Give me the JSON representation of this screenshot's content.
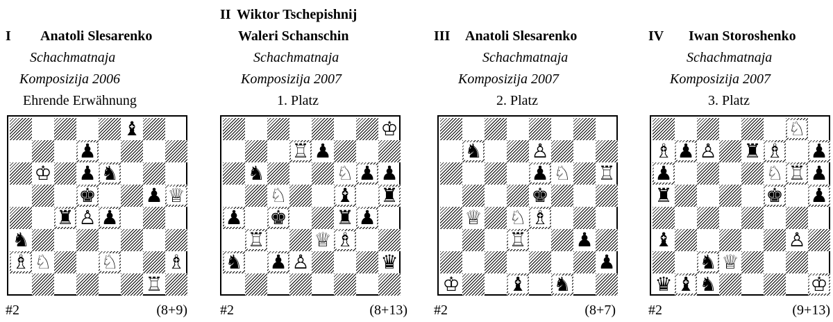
{
  "problems": [
    {
      "numeral": "I",
      "authors": [
        "Anatoli Slesarenko"
      ],
      "source": [
        "Schachmatnaja",
        "Komposizija  2006"
      ],
      "award": "Ehrende Erwähnung",
      "stipulation": "#2",
      "count": "(8+9)",
      "pieces": [
        {
          "sq": "f8",
          "p": "♝",
          "c": "b",
          "icon": "black-bishop-icon"
        },
        {
          "sq": "d7",
          "p": "♟",
          "c": "b",
          "icon": "black-pawn-icon"
        },
        {
          "sq": "b6",
          "p": "♔",
          "c": "w",
          "icon": "white-king-icon"
        },
        {
          "sq": "d6",
          "p": "♟",
          "c": "b",
          "icon": "black-pawn-icon"
        },
        {
          "sq": "e6",
          "p": "♞",
          "c": "b",
          "icon": "black-knight-icon"
        },
        {
          "sq": "d5",
          "p": "♚",
          "c": "b",
          "icon": "black-king-icon"
        },
        {
          "sq": "g5",
          "p": "♟",
          "c": "b",
          "icon": "black-pawn-icon"
        },
        {
          "sq": "h5",
          "p": "♕",
          "c": "w",
          "icon": "white-queen-icon"
        },
        {
          "sq": "c4",
          "p": "♜",
          "c": "b",
          "icon": "black-rook-icon"
        },
        {
          "sq": "d4",
          "p": "♙",
          "c": "w",
          "icon": "white-pawn-icon"
        },
        {
          "sq": "e4",
          "p": "♟",
          "c": "b",
          "icon": "black-pawn-icon"
        },
        {
          "sq": "a3",
          "p": "♞",
          "c": "b",
          "icon": "black-knight-icon"
        },
        {
          "sq": "a2",
          "p": "♗",
          "c": "w",
          "icon": "white-bishop-icon"
        },
        {
          "sq": "b2",
          "p": "♘",
          "c": "w",
          "icon": "white-knight-icon"
        },
        {
          "sq": "e2",
          "p": "♘",
          "c": "w",
          "icon": "white-knight-icon"
        },
        {
          "sq": "h2",
          "p": "♗",
          "c": "w",
          "icon": "white-bishop-icon"
        },
        {
          "sq": "g1",
          "p": "♖",
          "c": "w",
          "icon": "white-rook-icon"
        }
      ]
    },
    {
      "numeral": "II",
      "authors": [
        "Wiktor Tschepishnij",
        "Waleri Schanschin"
      ],
      "source": [
        "Schachmatnaja",
        "Komposizija  2007"
      ],
      "award": "1. Platz",
      "stipulation": "#2",
      "count": "(8+13)",
      "pieces": [
        {
          "sq": "h8",
          "p": "♔",
          "c": "w",
          "icon": "white-king-icon"
        },
        {
          "sq": "d7",
          "p": "♖",
          "c": "w",
          "icon": "white-rook-icon"
        },
        {
          "sq": "e7",
          "p": "♟",
          "c": "b",
          "icon": "black-pawn-icon"
        },
        {
          "sq": "b6",
          "p": "♞",
          "c": "b",
          "icon": "black-knight-icon"
        },
        {
          "sq": "f6",
          "p": "♘",
          "c": "w",
          "icon": "white-knight-icon"
        },
        {
          "sq": "g6",
          "p": "♟",
          "c": "b",
          "icon": "black-pawn-icon"
        },
        {
          "sq": "h6",
          "p": "♟",
          "c": "b",
          "icon": "black-pawn-icon"
        },
        {
          "sq": "c5",
          "p": "♘",
          "c": "w",
          "icon": "white-knight-icon"
        },
        {
          "sq": "f5",
          "p": "♝",
          "c": "b",
          "icon": "black-bishop-icon"
        },
        {
          "sq": "h5",
          "p": "♜",
          "c": "b",
          "icon": "black-rook-icon"
        },
        {
          "sq": "a4",
          "p": "♟",
          "c": "b",
          "icon": "black-pawn-icon"
        },
        {
          "sq": "c4",
          "p": "♚",
          "c": "b",
          "icon": "black-king-icon"
        },
        {
          "sq": "f4",
          "p": "♜",
          "c": "b",
          "icon": "black-rook-icon"
        },
        {
          "sq": "g4",
          "p": "♟",
          "c": "b",
          "icon": "black-pawn-icon"
        },
        {
          "sq": "b3",
          "p": "♖",
          "c": "w",
          "icon": "white-rook-icon"
        },
        {
          "sq": "e3",
          "p": "♕",
          "c": "w",
          "icon": "white-queen-icon"
        },
        {
          "sq": "f3",
          "p": "♗",
          "c": "w",
          "icon": "white-bishop-icon"
        },
        {
          "sq": "a2",
          "p": "♞",
          "c": "b",
          "icon": "black-knight-icon"
        },
        {
          "sq": "c2",
          "p": "♟",
          "c": "b",
          "icon": "black-pawn-icon"
        },
        {
          "sq": "d2",
          "p": "♙",
          "c": "w",
          "icon": "white-pawn-icon"
        },
        {
          "sq": "h2",
          "p": "♛",
          "c": "b",
          "icon": "black-queen-icon"
        }
      ]
    },
    {
      "numeral": "III",
      "authors": [
        "Anatoli Slesarenko"
      ],
      "source": [
        "Schachmatnaja",
        "Komposizija  2007"
      ],
      "award": "2. Platz",
      "stipulation": "#2",
      "count": "(8+7)",
      "pieces": [
        {
          "sq": "b7",
          "p": "♞",
          "c": "b",
          "icon": "black-knight-icon"
        },
        {
          "sq": "e7",
          "p": "♙",
          "c": "w",
          "icon": "white-pawn-icon"
        },
        {
          "sq": "e6",
          "p": "♟",
          "c": "b",
          "icon": "black-pawn-icon"
        },
        {
          "sq": "f6",
          "p": "♘",
          "c": "w",
          "icon": "white-knight-icon"
        },
        {
          "sq": "h6",
          "p": "♖",
          "c": "w",
          "icon": "white-rook-icon"
        },
        {
          "sq": "e5",
          "p": "♚",
          "c": "b",
          "icon": "black-king-icon"
        },
        {
          "sq": "b4",
          "p": "♕",
          "c": "w",
          "icon": "white-queen-icon"
        },
        {
          "sq": "d4",
          "p": "♘",
          "c": "w",
          "icon": "white-knight-icon"
        },
        {
          "sq": "e4",
          "p": "♗",
          "c": "w",
          "icon": "white-bishop-icon"
        },
        {
          "sq": "d3",
          "p": "♖",
          "c": "w",
          "icon": "white-rook-icon"
        },
        {
          "sq": "g3",
          "p": "♟",
          "c": "b",
          "icon": "black-pawn-icon"
        },
        {
          "sq": "h2",
          "p": "♟",
          "c": "b",
          "icon": "black-pawn-icon"
        },
        {
          "sq": "a1",
          "p": "♔",
          "c": "w",
          "icon": "white-king-icon"
        },
        {
          "sq": "d1",
          "p": "♝",
          "c": "b",
          "icon": "black-bishop-icon"
        },
        {
          "sq": "f1",
          "p": "♞",
          "c": "b",
          "icon": "black-knight-icon"
        }
      ]
    },
    {
      "numeral": "IV",
      "authors": [
        "Iwan Storoshenko"
      ],
      "source": [
        "Schachmatnaja",
        "Komposizija  2007"
      ],
      "award": "3. Platz",
      "stipulation": "#2",
      "count": "(9+13)",
      "pieces": [
        {
          "sq": "g8",
          "p": "♘",
          "c": "w",
          "icon": "white-knight-icon"
        },
        {
          "sq": "a7",
          "p": "♗",
          "c": "w",
          "icon": "white-bishop-icon"
        },
        {
          "sq": "b7",
          "p": "♟",
          "c": "b",
          "icon": "black-pawn-icon"
        },
        {
          "sq": "c7",
          "p": "♙",
          "c": "w",
          "icon": "white-pawn-icon"
        },
        {
          "sq": "e7",
          "p": "♜",
          "c": "b",
          "icon": "black-rook-icon"
        },
        {
          "sq": "f7",
          "p": "♗",
          "c": "w",
          "icon": "white-bishop-icon"
        },
        {
          "sq": "h7",
          "p": "♟",
          "c": "b",
          "icon": "black-pawn-icon"
        },
        {
          "sq": "a6",
          "p": "♟",
          "c": "b",
          "icon": "black-pawn-icon"
        },
        {
          "sq": "f6",
          "p": "♘",
          "c": "w",
          "icon": "white-knight-icon"
        },
        {
          "sq": "g6",
          "p": "♖",
          "c": "w",
          "icon": "white-rook-icon"
        },
        {
          "sq": "h6",
          "p": "♟",
          "c": "b",
          "icon": "black-pawn-icon"
        },
        {
          "sq": "a5",
          "p": "♜",
          "c": "b",
          "icon": "black-rook-icon"
        },
        {
          "sq": "f5",
          "p": "♚",
          "c": "b",
          "icon": "black-king-icon"
        },
        {
          "sq": "h5",
          "p": "♟",
          "c": "b",
          "icon": "black-pawn-icon"
        },
        {
          "sq": "a3",
          "p": "♝",
          "c": "b",
          "icon": "black-bishop-icon"
        },
        {
          "sq": "g3",
          "p": "♙",
          "c": "w",
          "icon": "white-pawn-icon"
        },
        {
          "sq": "c2",
          "p": "♞",
          "c": "b",
          "icon": "black-knight-icon"
        },
        {
          "sq": "d2",
          "p": "♕",
          "c": "w",
          "icon": "white-queen-icon"
        },
        {
          "sq": "a1",
          "p": "♛",
          "c": "b",
          "icon": "black-queen-icon"
        },
        {
          "sq": "b1",
          "p": "♝",
          "c": "b",
          "icon": "black-bishop-icon"
        },
        {
          "sq": "c1",
          "p": "♞",
          "c": "b",
          "icon": "black-knight-icon"
        },
        {
          "sq": "h1",
          "p": "♔",
          "c": "w",
          "icon": "white-king-icon"
        }
      ]
    }
  ]
}
